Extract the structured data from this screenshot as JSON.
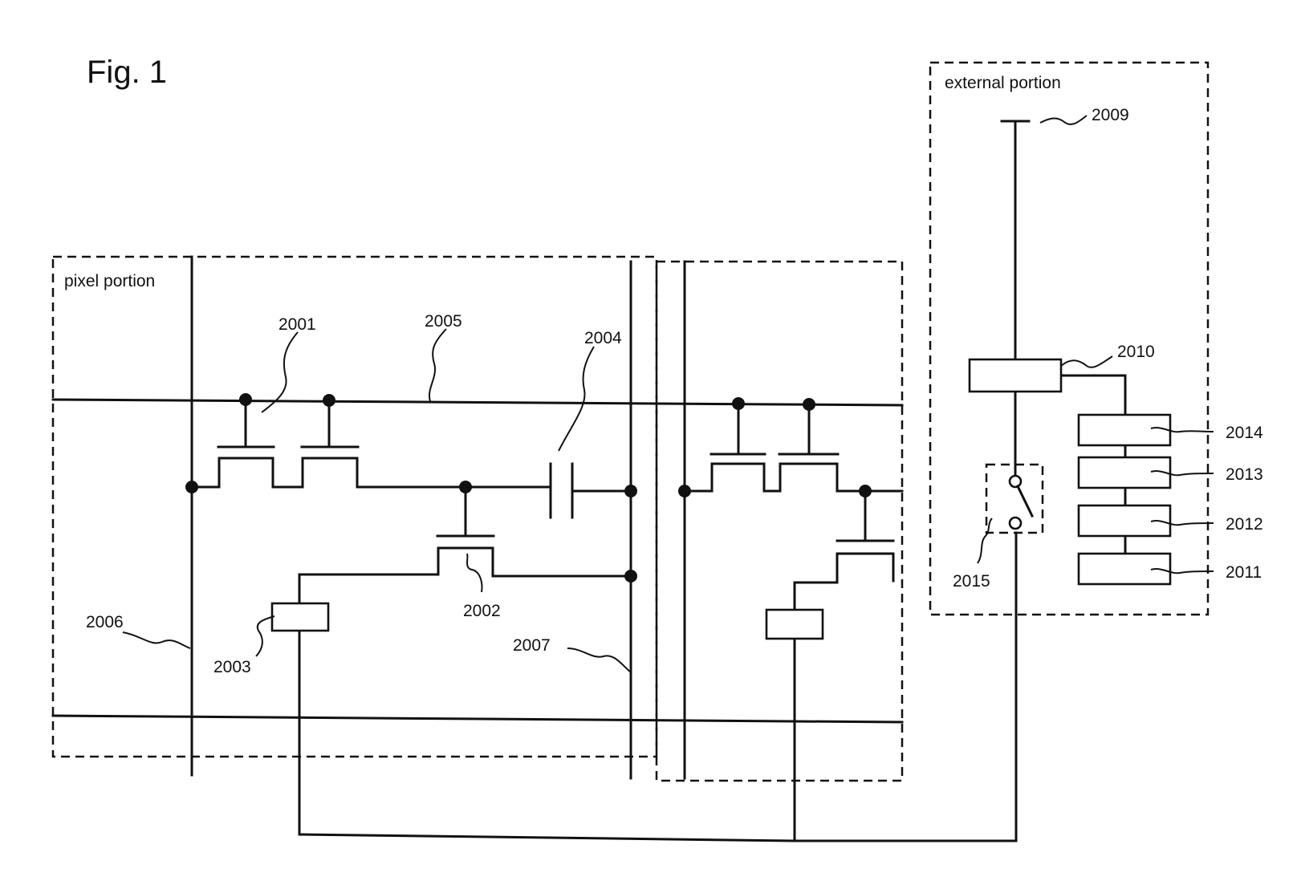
{
  "figure": {
    "title": "Fig. 1"
  },
  "regions": {
    "pixel": "pixel portion",
    "external": "external portion"
  },
  "labels": {
    "l2001": "2001",
    "l2002": "2002",
    "l2003": "2003",
    "l2004": "2004",
    "l2005": "2005",
    "l2006": "2006",
    "l2007": "2007",
    "l2009": "2009",
    "l2010": "2010",
    "l2011": "2011",
    "l2012": "2012",
    "l2013": "2013",
    "l2014": "2014",
    "l2015": "2015"
  },
  "colors": {
    "ink": "#111111",
    "background": "#ffffff"
  }
}
